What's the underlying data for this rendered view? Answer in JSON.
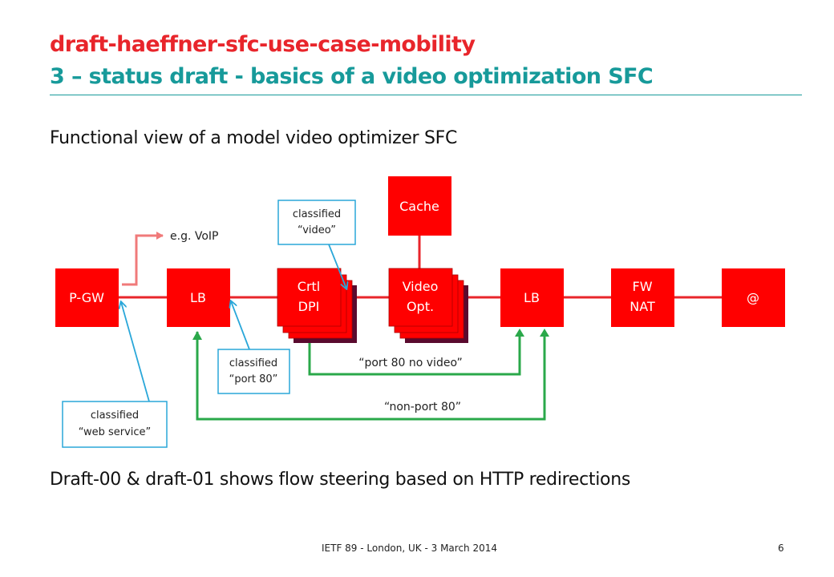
{
  "slide": {
    "title_line1": "draft-haeffner-sfc-use-case-mobility",
    "title_line2": "3 – status draft - basics of a video optimization SFC",
    "bullet1": "Functional view of a model video optimizer SFC",
    "bullet2": "Draft-00 & draft-01 shows flow steering based on HTTP redirections",
    "footer": "IETF 89 - London, UK -  3 March 2014",
    "page_number": "6"
  },
  "diagram": {
    "colors": {
      "node": "#ff0000",
      "shadow": "#5a0a2e",
      "chain": "#e8252b",
      "callout": "#2aa7d9",
      "steer": "#2aa84a",
      "voip": "#f07a7a"
    },
    "nodes": {
      "pgw": "P-GW",
      "lb1": "LB",
      "dpi_line1": "Crtl",
      "dpi_line2": "DPI",
      "cache": "Cache",
      "vo_line1": "Video",
      "vo_line2": "Opt.",
      "lb2": "LB",
      "fw_line1": "FW",
      "fw_line2": "NAT",
      "inet": "@"
    },
    "labels": {
      "voip": "e.g. VoIP",
      "port80_novideo": "“port 80 no video”",
      "non_port80": "“non-port 80”"
    },
    "callouts": {
      "video_line1": "classified",
      "video_line2": "“video”",
      "port80_line1": "classified",
      "port80_line2": "“port 80”",
      "web_line1": "classified",
      "web_line2": "“web service”"
    }
  }
}
